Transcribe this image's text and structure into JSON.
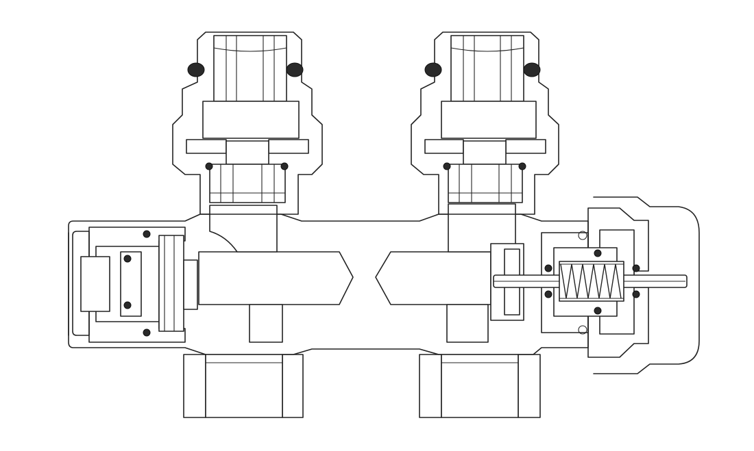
{
  "drawing": {
    "kind": "technical-section-drawing",
    "colors": {
      "background": "#ffffff",
      "line": "#222222",
      "seal": "#2a2a2a"
    },
    "parts": [
      "manifold-body",
      "left-compression-fitting",
      "right-compression-fitting",
      "left-bottom-port",
      "right-bottom-port",
      "left-end-plug",
      "right-valve-cap",
      "valve-spring",
      "valve-stem",
      "o-ring-seals"
    ]
  }
}
